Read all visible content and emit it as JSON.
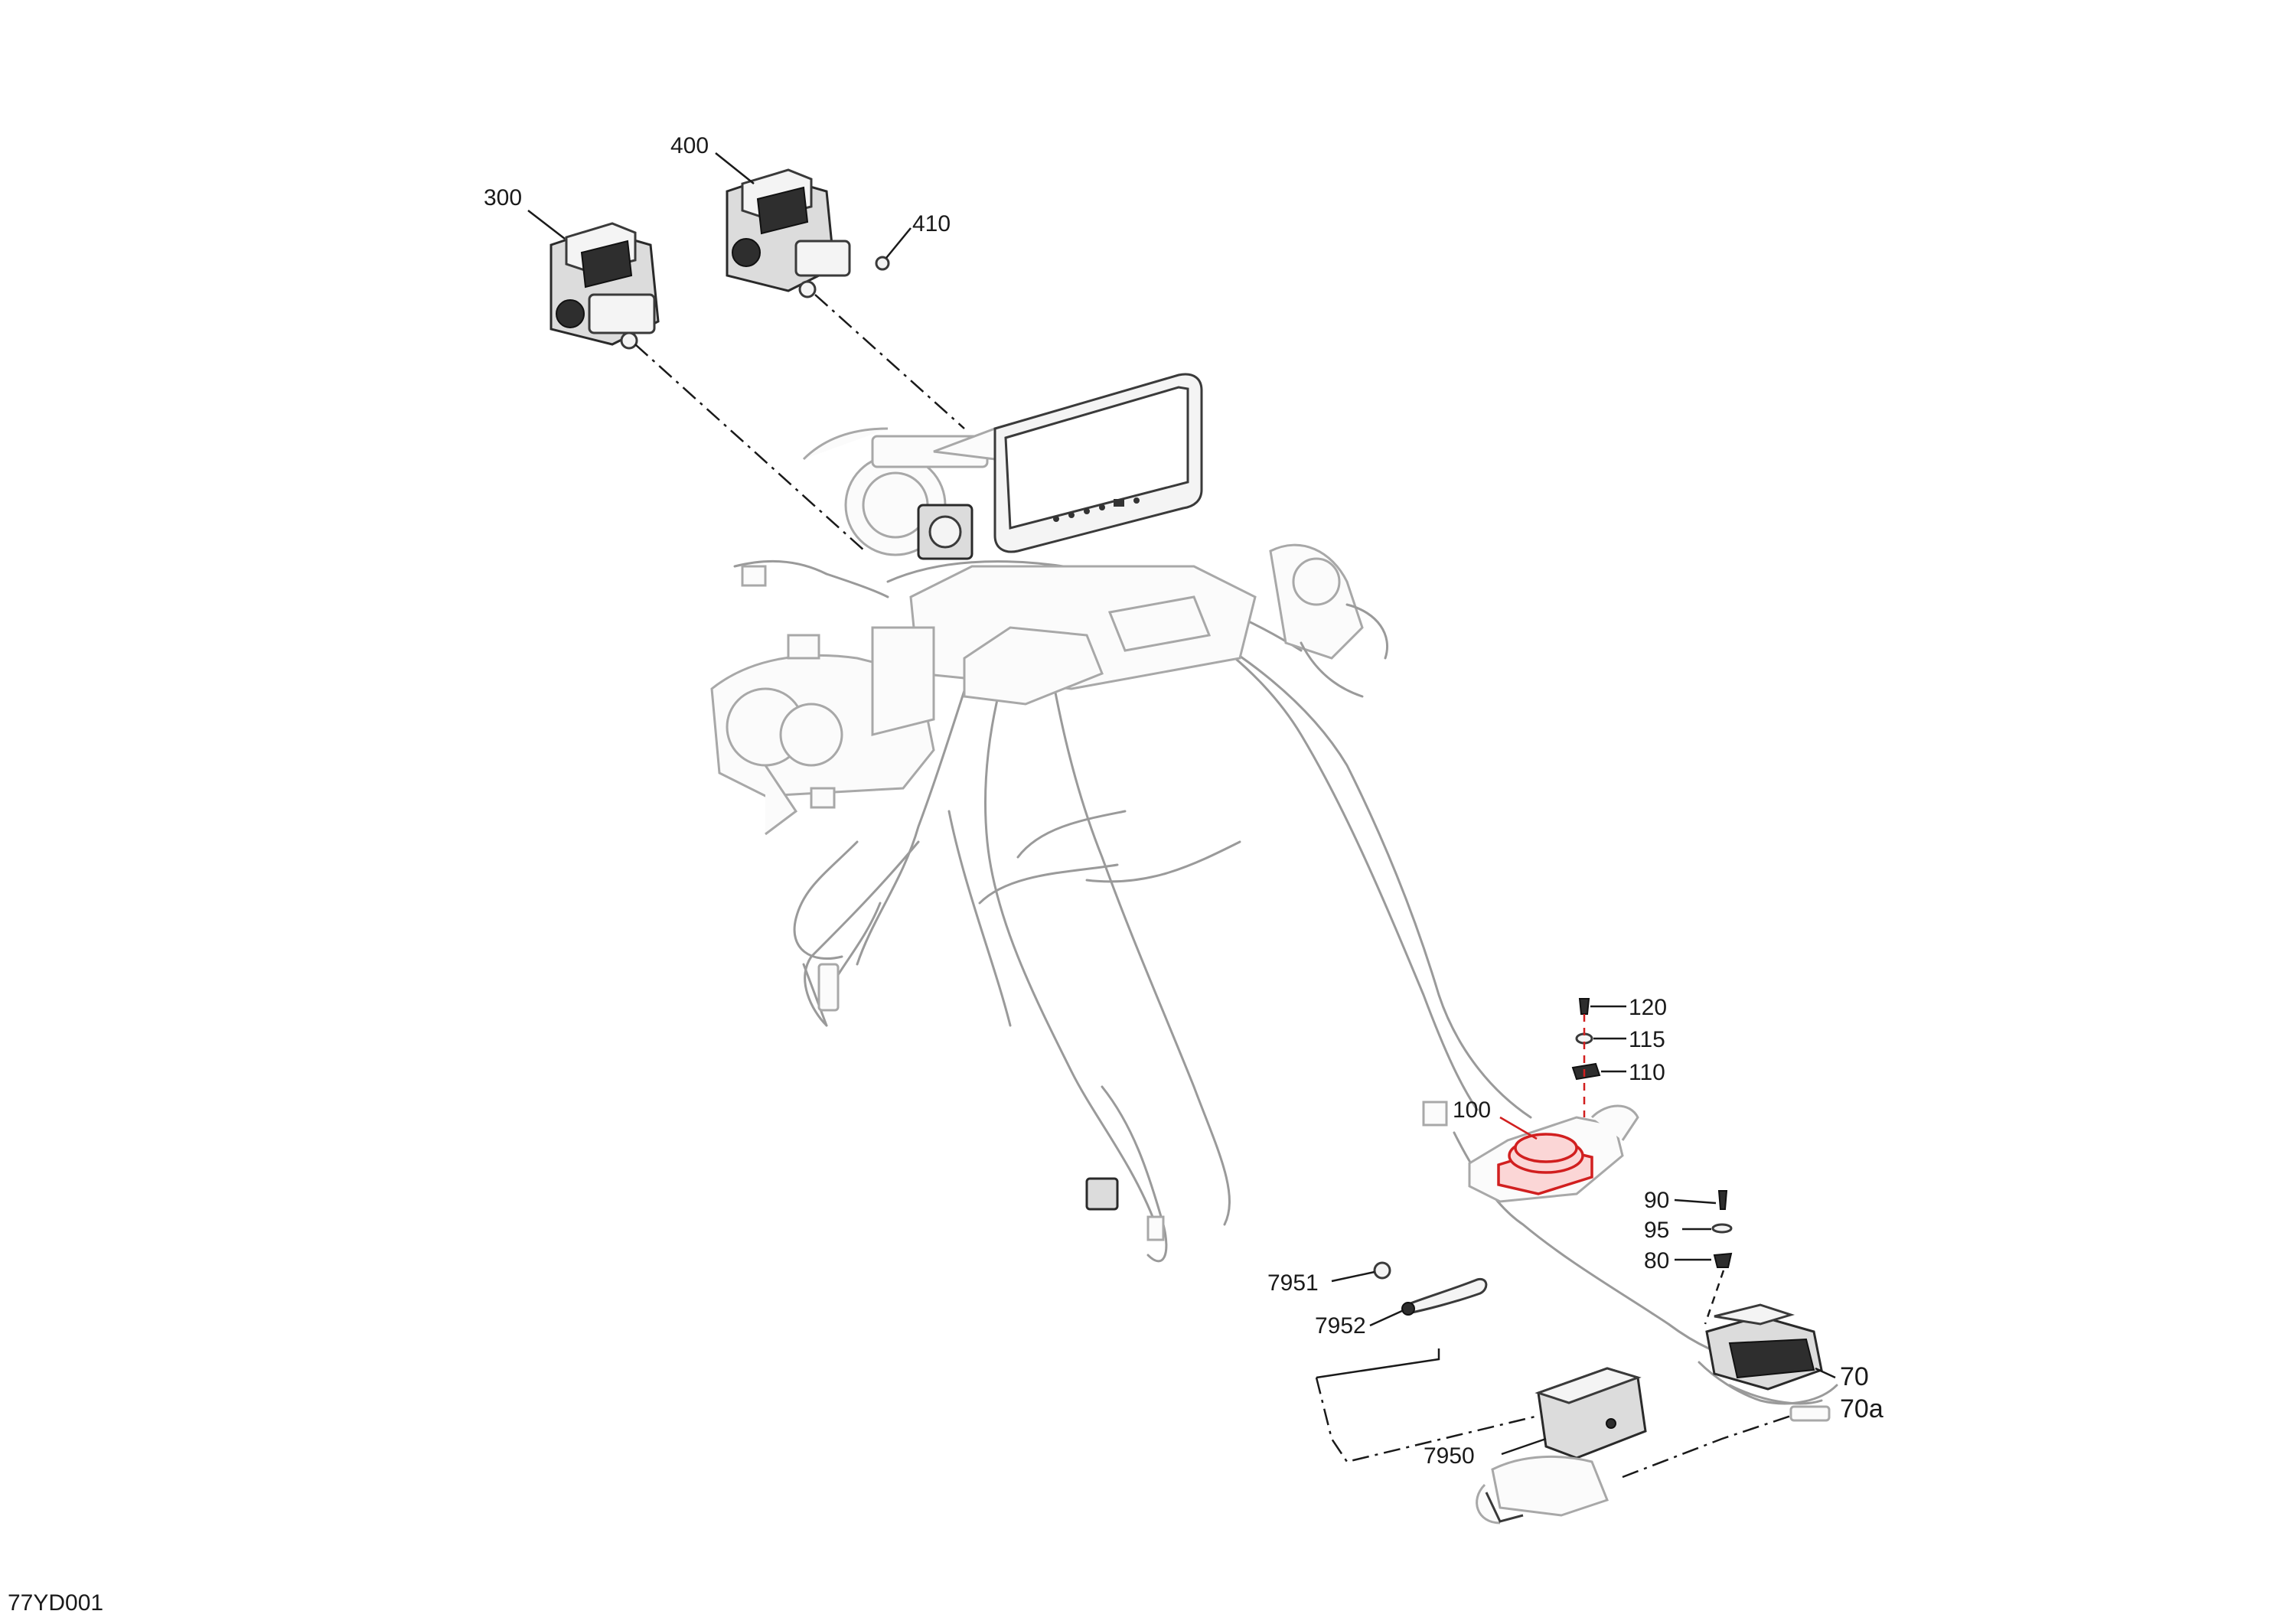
{
  "figure_id": "77YD001",
  "callouts": {
    "c300": "300",
    "c400": "400",
    "c410": "410",
    "c120": "120",
    "c115": "115",
    "c110": "110",
    "c100": "100",
    "c90": "90",
    "c95": "95",
    "c80": "80",
    "c70": "70",
    "c70a": "70a",
    "c7951": "7951",
    "c7952": "7952",
    "c7950": "7950"
  },
  "colors": {
    "highlight": "#d11f1f",
    "line": "#1a1a1a",
    "harness": "#9a9a9a"
  }
}
